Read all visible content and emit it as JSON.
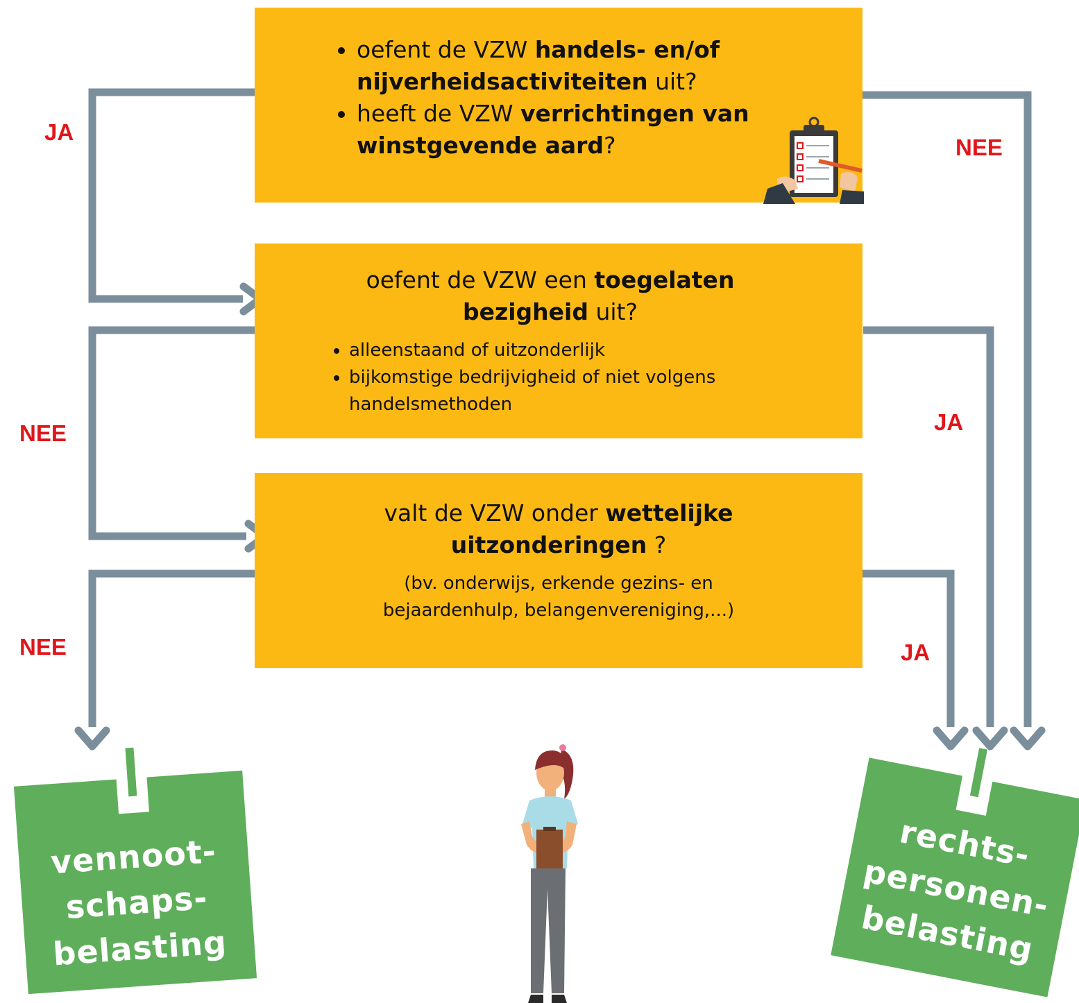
{
  "question1": {
    "items": [
      {
        "pre": "oefent de VZW ",
        "bold": "handels- en/of nijverheidsactiviteiten",
        "post": " uit?"
      },
      {
        "pre": "heeft de VZW ",
        "bold": "verrichtingen van winstgevende aard",
        "post": "?"
      }
    ]
  },
  "question2": {
    "pre": "oefent de VZW een ",
    "bold1": "toegelaten",
    "bold2": "bezigheid",
    "post": " uit?",
    "bullets": [
      "alleenstaand of uitzonderlijk",
      "bijkomstige bedrijvigheid of niet volgens handelsmethoden"
    ]
  },
  "question3": {
    "pre": "valt de VZW onder ",
    "bold1": "wettelijke",
    "bold2": "uitzonderingen",
    "post": " ?",
    "note_line1": "(bv. onderwijs, erkende gezins- en",
    "note_line2": "bejaardenhulp, belangenvereniging,...)"
  },
  "labels": {
    "q1_ja": "JA",
    "q1_nee": "NEE",
    "q2_nee": "NEE",
    "q2_ja": "JA",
    "q3_nee": "NEE",
    "q3_ja": "JA"
  },
  "outcomes": {
    "left": {
      "line1": "vennoot-",
      "line2": "schaps-",
      "line3": "belasting"
    },
    "right": {
      "line1": "rechts-",
      "line2": "personen-",
      "line3": "belasting"
    }
  },
  "colors": {
    "box": "#FDB913",
    "arrow": "#7A8E9C",
    "label": "#E0161B",
    "card": "#5FAE5C"
  },
  "icons": [
    "clipboard-checklist-icon",
    "woman-with-clipboard-illustration"
  ]
}
